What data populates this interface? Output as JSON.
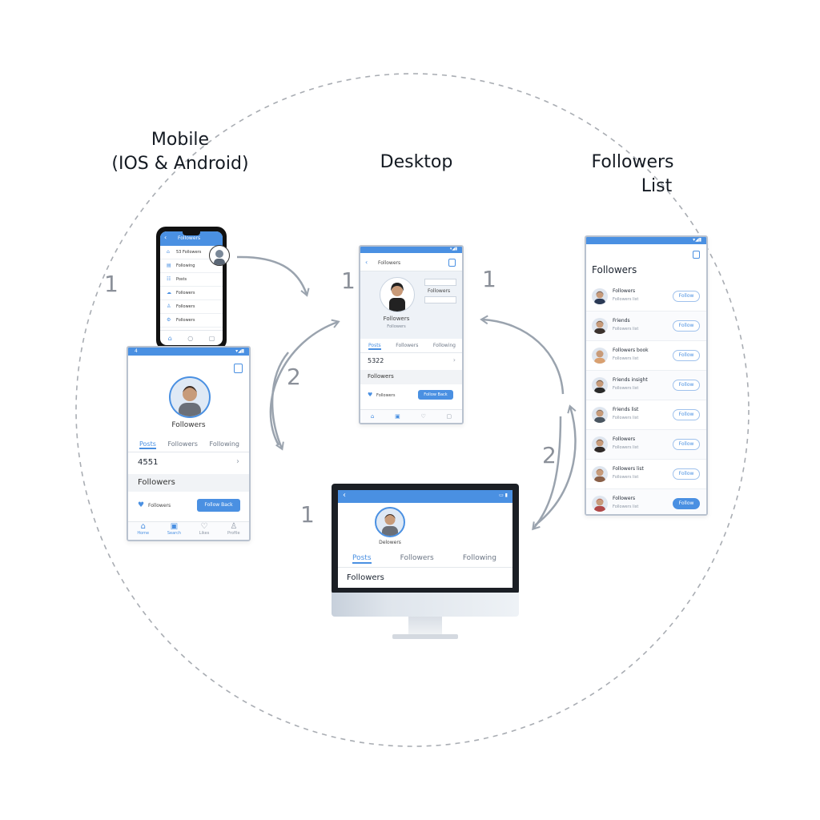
{
  "headings": {
    "mobile_line1": "Mobile",
    "mobile_line2": "(IOS & Android)",
    "desktop": "Desktop",
    "followers_line1": "Followers",
    "followers_line2": "List"
  },
  "step_numbers": {
    "left_1": "1",
    "center_1": "1",
    "right_1": "1",
    "center_2": "2",
    "right_2": "2",
    "bottom_1": "1"
  },
  "phone_small": {
    "title": "Followers",
    "menu": [
      "53 Followers",
      "Following",
      "Posts",
      "Followers",
      "Followers",
      "Followers"
    ]
  },
  "mobile_large": {
    "status": "4",
    "name": "Followers",
    "tabs": [
      "Posts",
      "Followers",
      "Following"
    ],
    "count": "4551",
    "section": "Followers",
    "like_label": "Followers",
    "button": "Follow Back",
    "nav": [
      "Home",
      "Search",
      "Likes",
      "Profile"
    ]
  },
  "tablet_center": {
    "title": "Followers",
    "name": "Followers",
    "sub": "Followers",
    "side_label": "Followers",
    "tabs": [
      "Posts",
      "Followers",
      "Following"
    ],
    "count": "5322",
    "section": "Followers",
    "like_label": "Followers",
    "button": "Follow Back"
  },
  "followers_list": {
    "title": "Followers",
    "items": [
      {
        "name": "Followers",
        "sub": "Followers list",
        "button": "Follow"
      },
      {
        "name": "Friends",
        "sub": "Followers list",
        "button": "Follow"
      },
      {
        "name": "Followers book",
        "sub": "Followers list",
        "button": "Follow"
      },
      {
        "name": "Friends insight",
        "sub": "Followers list",
        "button": "Follow"
      },
      {
        "name": "Friends list",
        "sub": "Followers list",
        "button": "Follow"
      },
      {
        "name": "Followers",
        "sub": "Followers list",
        "button": "Follow"
      },
      {
        "name": "Followers list",
        "sub": "Followers list",
        "button": "Follow"
      },
      {
        "name": "Followers",
        "sub": "Followers list",
        "button": "Follow"
      }
    ]
  },
  "desktop_monitor": {
    "name": "Delowers",
    "tabs": [
      "Posts",
      "Followers",
      "Following"
    ],
    "section": "Followers"
  },
  "colors": {
    "accent": "#4a90e2",
    "arrow": "#9aa3ae",
    "dashed_circle": "#a9adb3"
  }
}
